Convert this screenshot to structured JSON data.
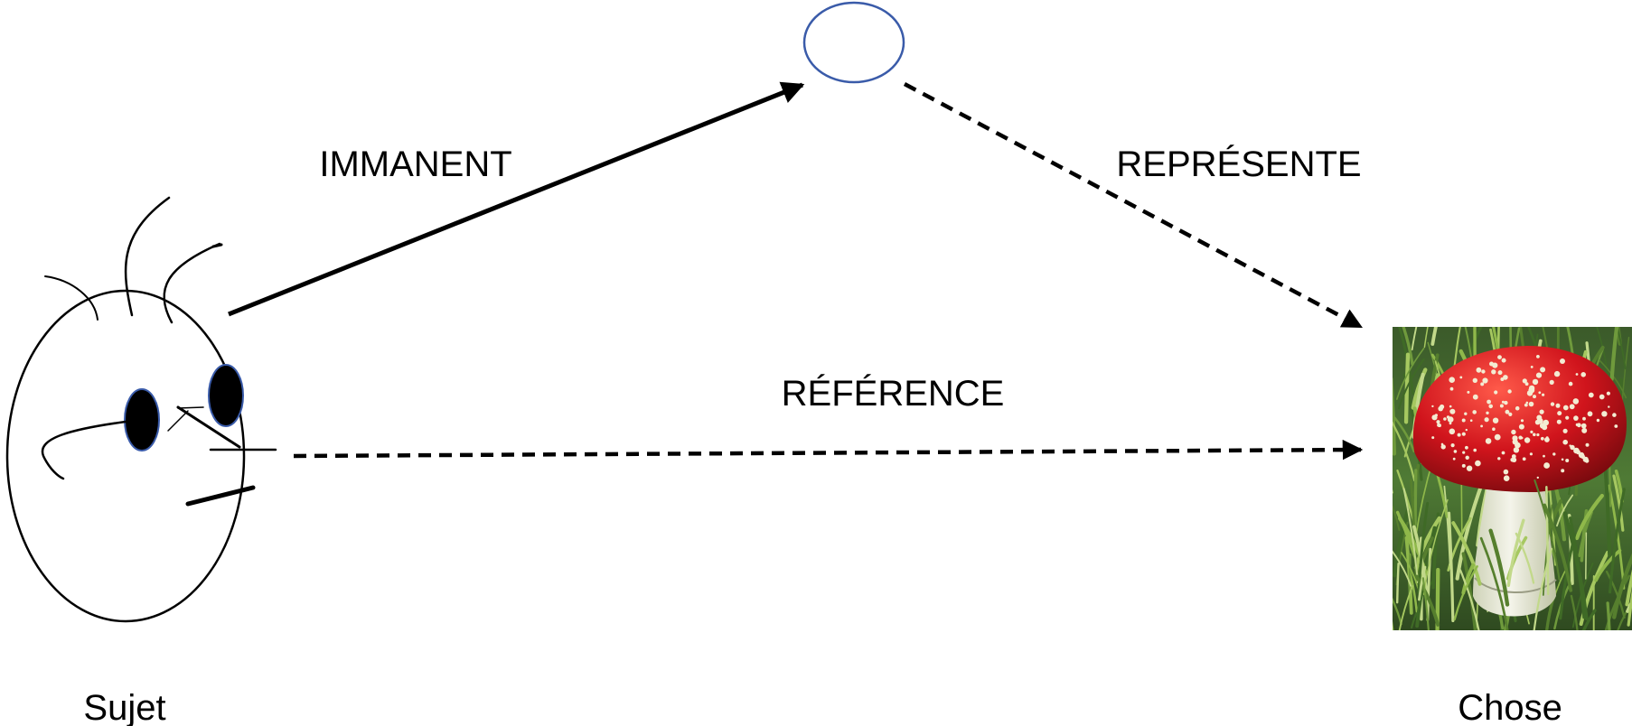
{
  "labels": {
    "immanent": "IMMANENT",
    "represente": "REPRÉSENTE",
    "reference": "RÉFÉRENCE",
    "sujet": "Sujet",
    "chose": "Chose"
  },
  "nodes": {
    "subject": {
      "icon": "face-sketch-icon"
    },
    "concept": {
      "icon": "ellipse-node-icon",
      "stroke": "#3A5BA9"
    },
    "thing": {
      "icon": "mushroom-photo",
      "cap_color": "#C8141C"
    }
  },
  "edges": [
    {
      "from": "subject",
      "to": "concept",
      "label": "IMMANENT",
      "style": "solid"
    },
    {
      "from": "concept",
      "to": "thing",
      "label": "REPRÉSENTE",
      "style": "dashed"
    },
    {
      "from": "subject",
      "to": "thing",
      "label": "RÉFÉRENCE",
      "style": "dashed"
    }
  ]
}
